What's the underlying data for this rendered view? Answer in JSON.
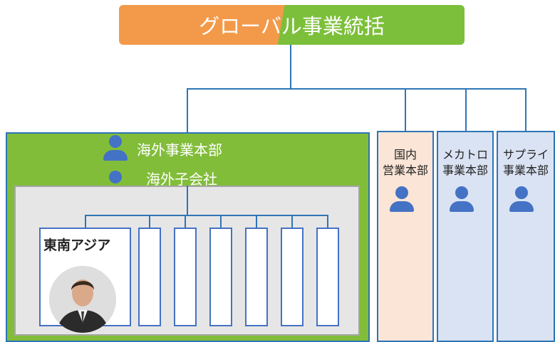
{
  "top": {
    "title": "グローバル事業統括"
  },
  "overseas": {
    "division": "海外事業本部",
    "subsidiary": "海外子会社"
  },
  "country": {
    "label": "東南アジア"
  },
  "divisions": [
    {
      "line1": "国内",
      "line2": "営業本部"
    },
    {
      "line1": "メカトロ",
      "line2": "事業本部"
    },
    {
      "line1": "サプライ",
      "line2": "事業本部"
    }
  ],
  "colors": {
    "orange": "#f39a4a",
    "green": "#82bd3a",
    "blue_line": "#2e75b6",
    "person_icon": "#4472c4",
    "domestic_bg": "#fbe5d6",
    "division_bg": "#dae3f3",
    "inner_bg": "#e7e6e6"
  }
}
